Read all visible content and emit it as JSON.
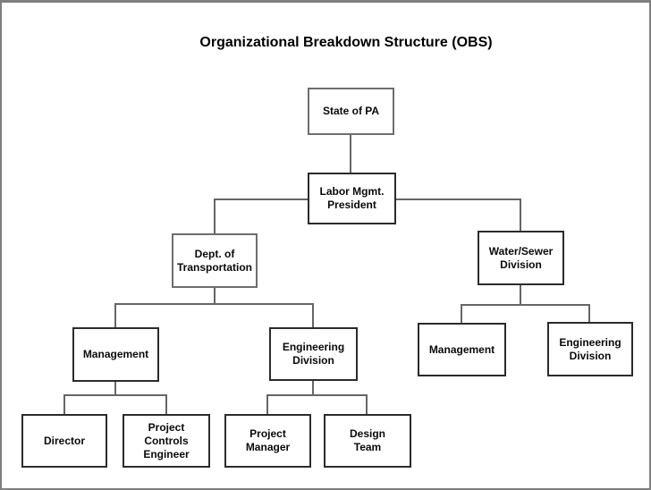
{
  "title": "Organizational Breakdown Structure (OBS)",
  "diagram": {
    "type": "org-chart",
    "nodes": {
      "state_of_pa": {
        "label": "State of PA",
        "parent": null
      },
      "labor_mgmt_president": {
        "label": "Labor Mgmt.\nPresident",
        "parent": "state_of_pa"
      },
      "dept_of_transportation": {
        "label": "Dept. of\nTransportation",
        "parent": "labor_mgmt_president"
      },
      "water_sewer_division": {
        "label": "Water/Sewer\nDivision",
        "parent": "labor_mgmt_president"
      },
      "management_dot": {
        "label": "Management",
        "parent": "dept_of_transportation"
      },
      "engineering_division_dot": {
        "label": "Engineering\nDivision",
        "parent": "dept_of_transportation"
      },
      "management_ws": {
        "label": "Management",
        "parent": "water_sewer_division"
      },
      "engineering_division_ws": {
        "label": "Engineering\nDivision",
        "parent": "water_sewer_division"
      },
      "director": {
        "label": "Director",
        "parent": "management_dot"
      },
      "project_controls_engineer": {
        "label": "Project\nControls\nEngineer",
        "parent": "management_dot"
      },
      "project_manager": {
        "label": "Project\nManager",
        "parent": "engineering_division_dot"
      },
      "design_team": {
        "label": "Design\nTeam",
        "parent": "engineering_division_dot"
      }
    }
  },
  "colors": {
    "background": "#ffffff",
    "outer_frame": "#7f7f7f",
    "box_border_dark": "#2b2b2b",
    "box_border_gray": "#6e6e6e",
    "connector": "#666666",
    "text": "#000000"
  }
}
